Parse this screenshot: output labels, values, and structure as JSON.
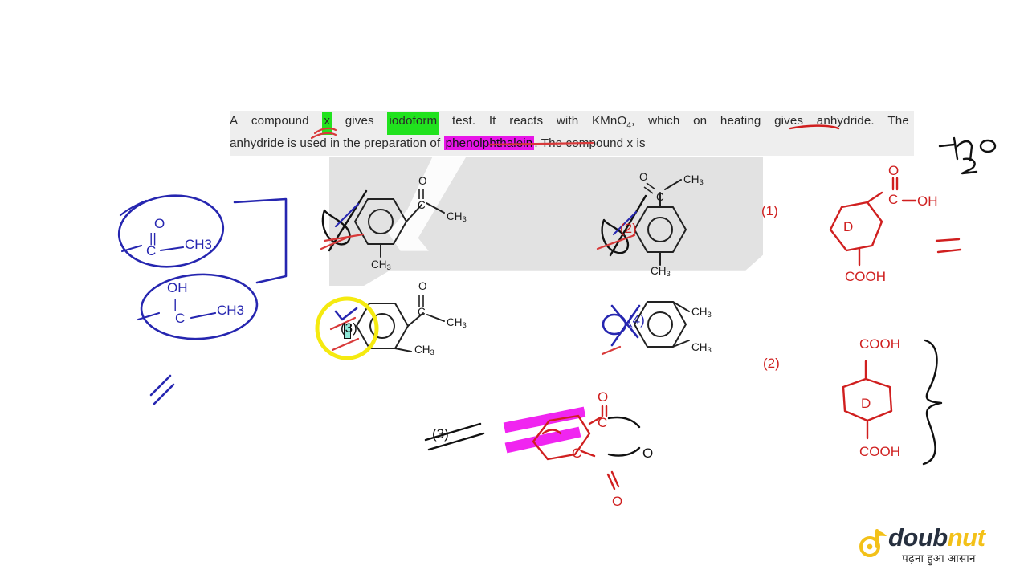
{
  "question": {
    "line1_parts": [
      {
        "t": "A",
        "hl": "none"
      },
      {
        "t": "compound",
        "hl": "none"
      },
      {
        "t": "x",
        "hl": "green"
      },
      {
        "t": "gives",
        "hl": "none"
      },
      {
        "t": "iodoform",
        "hl": "green"
      },
      {
        "t": "test.",
        "hl": "none"
      },
      {
        "t": "It",
        "hl": "none"
      },
      {
        "t": "reacts",
        "hl": "none"
      },
      {
        "t": "with",
        "hl": "none"
      },
      {
        "t": "KMnO4,",
        "hl": "none"
      },
      {
        "t": "which",
        "hl": "none"
      },
      {
        "t": "on",
        "hl": "none"
      },
      {
        "t": "heating",
        "hl": "none"
      },
      {
        "t": "gives",
        "hl": "none"
      },
      {
        "t": "anhydride.",
        "hl": "none"
      },
      {
        "t": "The",
        "hl": "none"
      }
    ],
    "line2_prefix": "anhydride is used in the preparation of ",
    "line2_highlight": "phenolphthalein",
    "line2_suffix": ". The compound x is",
    "formula_kmno4": "KMnO",
    "formula_kmno4_sub": "4",
    "formula_kmno4_tail": ","
  },
  "options": [
    {
      "id": "1",
      "marker": "(1)",
      "red_number": "(1)",
      "labels": {
        "o": "O",
        "c": "C",
        "ch3_right": "CH3",
        "ch3_bottom": "CH3"
      },
      "struck_out": true,
      "strike_color": "#111111"
    },
    {
      "id": "2",
      "marker": "(2)",
      "red_number": "(2)",
      "labels": {
        "o": "O",
        "c": "C",
        "ch3_right": "CH3",
        "ch3_bottom": "CH3"
      },
      "struck_out": true,
      "strike_color": "#111111"
    },
    {
      "id": "3",
      "marker": "(3)",
      "red_number": "",
      "labels": {
        "o": "O",
        "c": "C",
        "ch3_right": "CH3",
        "ch3_bottom": "CH3"
      },
      "struck_out": false,
      "circled_answer": true,
      "circle_color": "#f5ea10",
      "check_color": "#2626b0"
    },
    {
      "id": "4",
      "marker": "(4)",
      "red_number": "",
      "labels": {
        "ch3_top": "CH3",
        "ch3_bottom": "CH3"
      },
      "struck_out": true,
      "strike_color": "#2626b0"
    }
  ],
  "annotations": {
    "blue_group_1": {
      "top": "O",
      "double_bond": "||",
      "carbon": "C",
      "dash": "—",
      "methyl": "CH3"
    },
    "blue_group_2": {
      "top": "OH",
      "single_bond": "|",
      "carbon": "C",
      "dash": "—",
      "methyl": "CH3"
    },
    "minus_water": "-H2O",
    "equals_1": "=",
    "equals_2": "=",
    "red_structure_meta": {
      "ring_label": "D",
      "top_group": "C",
      "top_o": "O",
      "top_oh": "OH",
      "bottom_group": "COOH"
    },
    "red_structure_para": {
      "ring_label": "D",
      "top_group": "COOH",
      "bottom_group": "COOH"
    },
    "anhydride_sketch": {
      "top_o": "O",
      "top_c": "C",
      "ring_o": "O",
      "bottom_c": "C",
      "bottom_o": "O"
    },
    "black_marker_3": "(3)"
  },
  "colors": {
    "highlight_green": "#21e21e",
    "highlight_magenta": "#e715e7",
    "ink_blue": "#2626b0",
    "ink_red": "#d01f1f",
    "ink_black": "#111111",
    "circle_yellow": "#f5ea10",
    "panel_grey": "#e2e2e2",
    "text_grey": "#eeeeee"
  },
  "logo": {
    "word_part1": "doub",
    "word_part2": "nut",
    "tagline": "पढ़ना हुआ आसान",
    "mark": "doubtnut-logo-mark"
  }
}
